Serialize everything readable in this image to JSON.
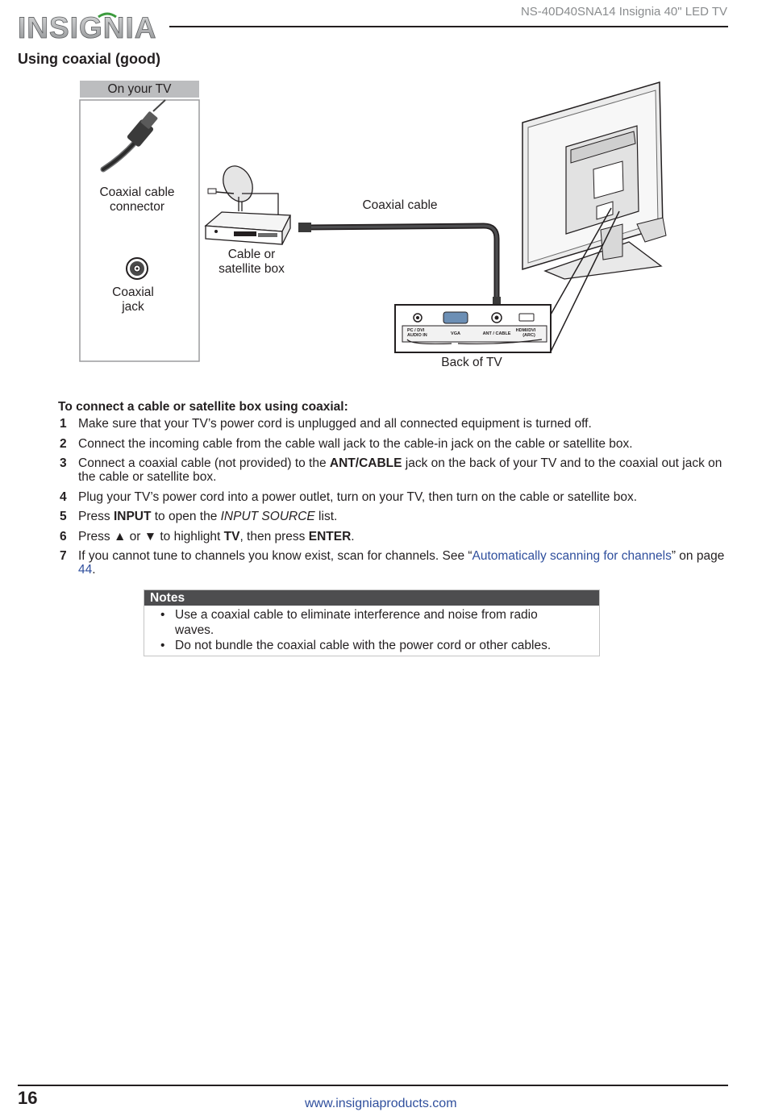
{
  "header": {
    "brand": "INSIGNIA",
    "doc_title": "NS-40D40SNA14 Insignia 40\" LED TV"
  },
  "section_heading": "Using coaxial (good)",
  "diagram": {
    "panel_title": "On your TV",
    "connector_label_1": "Coaxial cable",
    "connector_label_2": "connector",
    "jack_label_1": "Coaxial",
    "jack_label_2": "jack",
    "box_label_1": "Cable or",
    "box_label_2": "satellite box",
    "cable_label": "Coaxial cable",
    "back_label": "Back of TV",
    "port_labels": {
      "pc_dvi_1": "PC / DVI",
      "pc_dvi_2": "AUDIO IN",
      "vga": "VGA",
      "ant": "ANT / CABLE",
      "hdmi_1": "HDMI/DVI",
      "hdmi_2": "(ARC)"
    }
  },
  "steps": {
    "heading": "To connect a cable or satellite box using coaxial:",
    "items": [
      {
        "num": "1",
        "text": "Make sure that your TV’s power cord is unplugged and all connected equipment is turned off."
      },
      {
        "num": "2",
        "text": "Connect the incoming cable from the cable wall jack to the cable-in jack on the cable or satellite box."
      },
      {
        "num": "3",
        "text_a": "Connect a coaxial cable (not provided) to the ",
        "bold": "ANT/CABLE",
        "text_b": " jack on the back of your TV and to the coaxial out jack on the cable or satellite box."
      },
      {
        "num": "4",
        "text": "Plug your TV’s power cord into a power outlet, turn on your TV, then turn on the cable or satellite box."
      },
      {
        "num": "5",
        "text_a": "Press ",
        "bold": "INPUT",
        "text_b": " to open the ",
        "italic": "INPUT SOURCE",
        "text_c": " list."
      },
      {
        "num": "6",
        "text_a": "Press ",
        "up": "▲",
        "text_b": " or ",
        "down": "▼",
        "text_c": " to highlight ",
        "bold_1": "TV",
        "text_d": ", then press ",
        "bold_2": "ENTER",
        "text_e": "."
      },
      {
        "num": "7",
        "text_a": "If you cannot tune to channels you know exist, scan for channels. See “",
        "link": "Automatically scanning for channels",
        "text_b": "” on page ",
        "page_link": "44",
        "text_c": "."
      }
    ]
  },
  "notes": {
    "title": "Notes",
    "bullet": "•",
    "items": [
      {
        "line1": "Use a coaxial cable to eliminate interference and noise from radio",
        "line2": "waves."
      },
      {
        "line1": "Do not bundle the coaxial cable with the power cord or other cables."
      }
    ]
  },
  "footer": {
    "page_number": "16",
    "url": "www.insigniaproducts.com"
  }
}
